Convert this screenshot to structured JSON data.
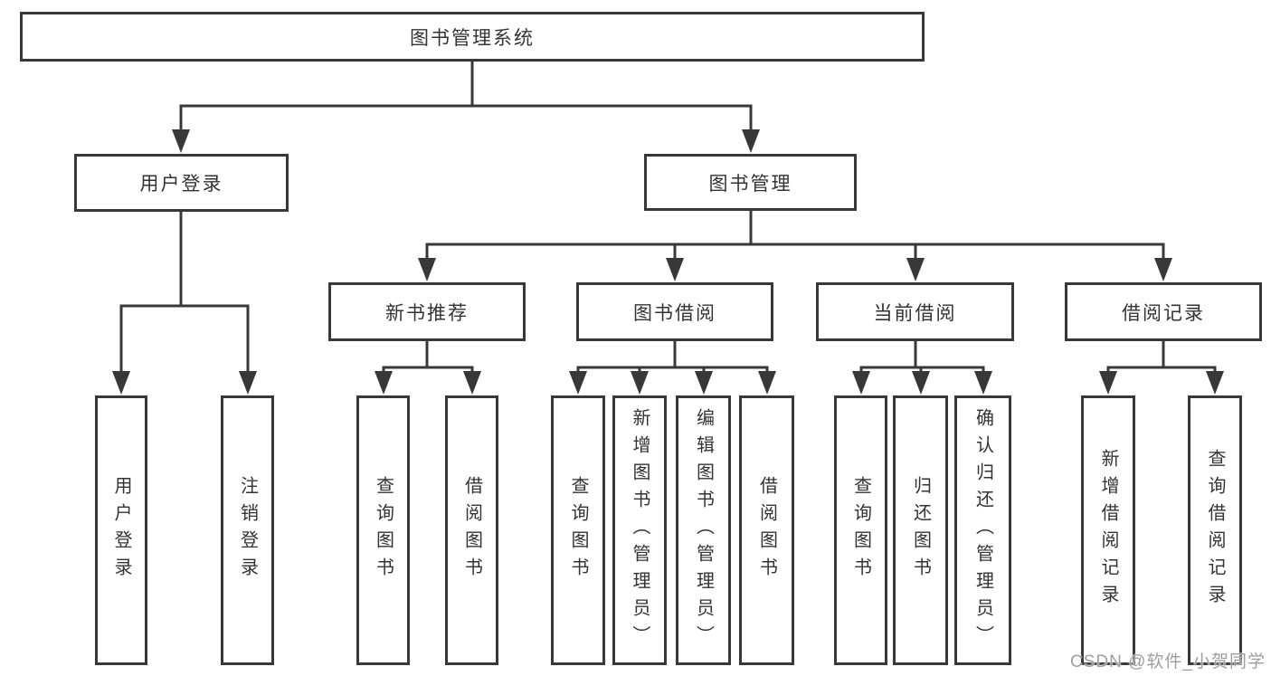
{
  "colors": {
    "background": "#ffffff",
    "line": "#383838",
    "box_border": "#383838",
    "box_background": "#ffffff",
    "text": "#333333",
    "watermark": "#9e9e9e"
  },
  "tree": {
    "root": {
      "label": "图书管理系统"
    },
    "user_login": {
      "label": "用户登录",
      "children": [
        {
          "label": "用户登录"
        },
        {
          "label": "注销登录"
        }
      ]
    },
    "book_mgmt": {
      "label": "图书管理"
    },
    "new_book_rec": {
      "label": "新书推荐",
      "children": [
        {
          "label": "查询图书"
        },
        {
          "label": "借阅图书"
        }
      ]
    },
    "book_borrow": {
      "label": "图书借阅",
      "children": [
        {
          "label": "查询图书"
        },
        {
          "label": "新增图书（管理员）"
        },
        {
          "label": "编辑图书（管理员）"
        },
        {
          "label": "借阅图书"
        }
      ]
    },
    "current_borrow": {
      "label": "当前借阅",
      "children": [
        {
          "label": "查询图书"
        },
        {
          "label": "归还图书"
        },
        {
          "label": "确认归还（管理员）"
        }
      ]
    },
    "borrow_records": {
      "label": "借阅记录",
      "children": [
        {
          "label": "新增借阅记录"
        },
        {
          "label": "查询借阅记录"
        }
      ]
    }
  },
  "watermark": {
    "text": "CSDN @软件_小贺同学"
  }
}
